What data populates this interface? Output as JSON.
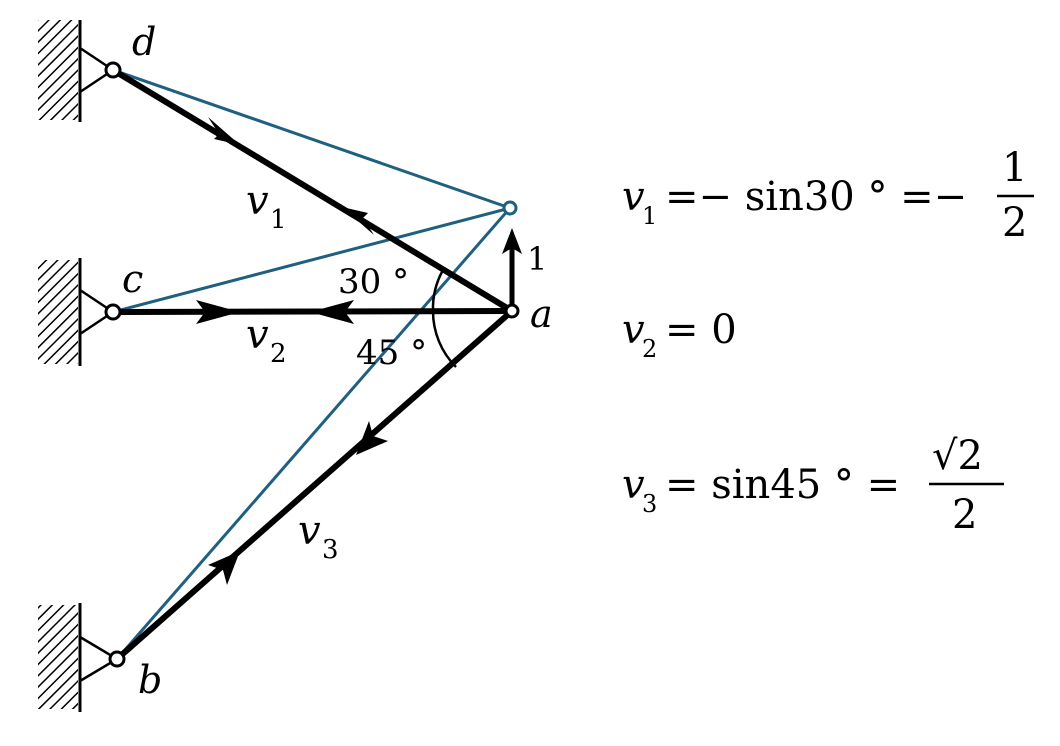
{
  "labels": {
    "node_d": "d",
    "node_c": "c",
    "node_b": "b",
    "node_a": "a",
    "v1": "v",
    "v1_sub": "1",
    "v2": "v",
    "v2_sub": "2",
    "v3": "v",
    "v3_sub": "3",
    "unit_arrow": "1",
    "angle_top": "30 °",
    "angle_bottom": "45 °"
  },
  "equations": {
    "eq1": {
      "var": "v",
      "sub": "1",
      "mid": "=− sin30 ° =−",
      "num": "1",
      "den": "2"
    },
    "eq2": {
      "var": "v",
      "sub": "2",
      "rhs": "= 0"
    },
    "eq3": {
      "var": "v",
      "sub": "3",
      "mid": "= sin45 ° =",
      "num": "√2",
      "den": "2"
    }
  },
  "colors": {
    "member": "#000000",
    "displaced": "#1f5f80"
  }
}
